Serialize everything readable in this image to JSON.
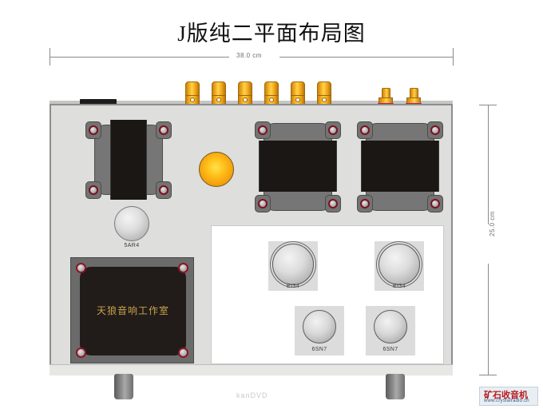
{
  "diagram": {
    "title": "J版纯二平面布局图",
    "type": "tube-amplifier-chassis-layout"
  },
  "dimensions": {
    "width_label": "38.0 cm",
    "height_label": "25.0 cm"
  },
  "rear_connectors": {
    "binding_posts": [
      {
        "name": "binding-post-1",
        "base_color": "#f2f2f2"
      },
      {
        "name": "binding-post-2",
        "base_color": "#f2f2f2"
      },
      {
        "name": "binding-post-3",
        "base_color": "#1d1d1d"
      },
      {
        "name": "binding-post-4",
        "base_color": "#1d1d1d"
      },
      {
        "name": "binding-post-5",
        "base_color": "#c3185a"
      },
      {
        "name": "binding-post-6",
        "base_color": "#c3185a"
      }
    ],
    "rca_jacks": [
      {
        "name": "rca-jack-left"
      },
      {
        "name": "rca-jack-right"
      }
    ],
    "power_inlet": {
      "name": "power-inlet"
    }
  },
  "transformers": [
    {
      "name": "power-transformer"
    },
    {
      "name": "output-transformer-left"
    },
    {
      "name": "output-transformer-right"
    }
  ],
  "indicators": {
    "power_lamp_color": "#ffc21c"
  },
  "tubes": [
    {
      "label": "5AR4",
      "size": "medium",
      "role": "rectifier"
    },
    {
      "label": "EI34",
      "size": "large",
      "role": "output-left"
    },
    {
      "label": "EI34",
      "size": "large",
      "role": "output-right"
    },
    {
      "label": "6SN7",
      "size": "small",
      "role": "driver-left"
    },
    {
      "label": "6SN7",
      "size": "small",
      "role": "driver-right"
    }
  ],
  "brand_plate": {
    "text": "天狼音响工作室"
  },
  "watermarks": {
    "center": "kanDVD",
    "logo_cn": "矿石收音机",
    "logo_url": "www.crystalradio.cn"
  }
}
